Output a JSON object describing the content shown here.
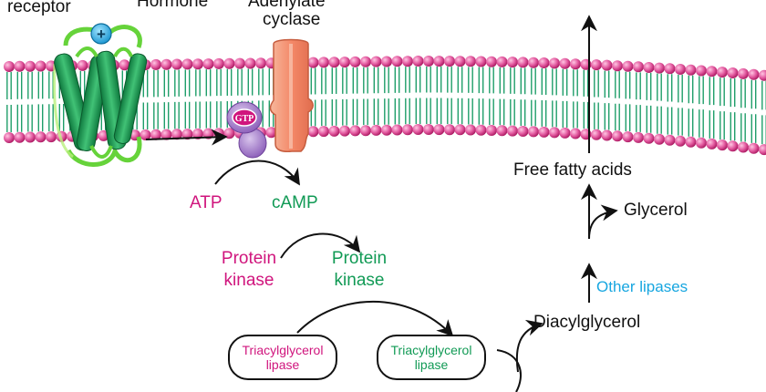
{
  "labels": {
    "receptor": "receptor",
    "hormone": "Hormone",
    "adenylate_line1": "Adenylate",
    "adenylate_line2": "cyclase",
    "gtp": "GTP",
    "charge": "+",
    "atp": "ATP",
    "camp": "cAMP",
    "pk_inactive_line1": "Protein",
    "pk_inactive_line2": "kinase",
    "pk_active_line1": "Protein",
    "pk_active_line2": "kinase",
    "tag_lipase_inactive_line1": "Triacylglycerol",
    "tag_lipase_inactive_line2": "lipase",
    "tag_lipase_active_line1": "Triacylglycerol",
    "tag_lipase_active_line2": "lipase",
    "diacylglycerol": "Diacylglycerol",
    "other_lipases": "Other lipases",
    "glycerol": "Glycerol",
    "free_fatty_acids": "Free fatty acids"
  },
  "colors": {
    "inactive": "#d0157d",
    "active": "#119a55",
    "enzyme_note": "#17a6e0",
    "membrane_head": "#e0569c",
    "membrane_tail": "#1f9e6a",
    "cyclase": "#f48f6e",
    "g_protein": "#a77fcc"
  }
}
